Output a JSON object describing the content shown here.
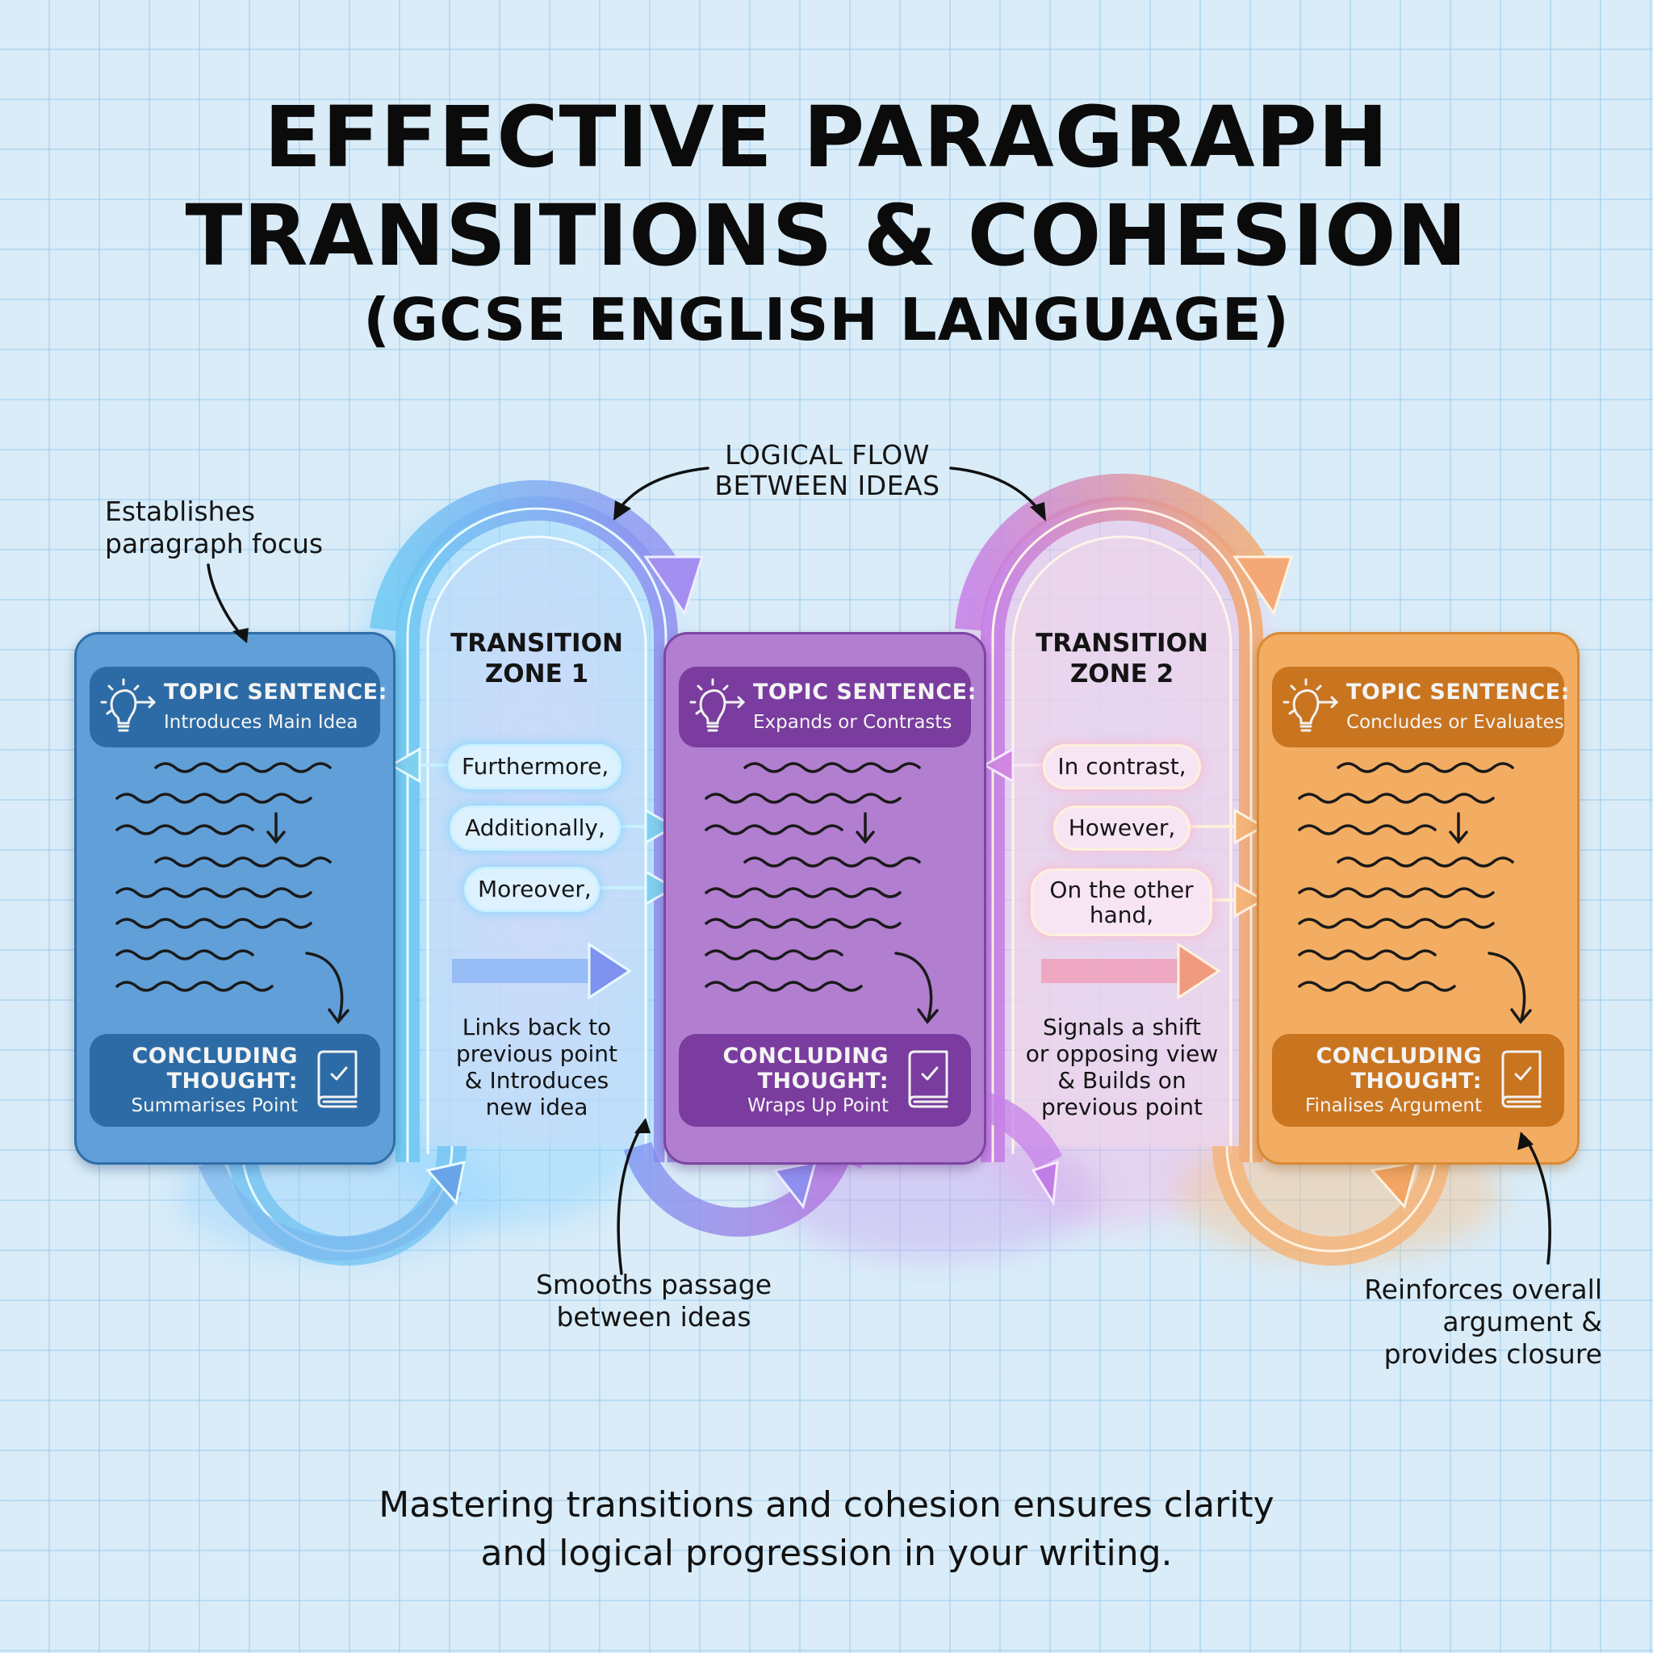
{
  "header": {
    "title_line1": "EFFECTIVE PARAGRAPH",
    "title_line2": "TRANSITIONS & COHESION",
    "subtitle": "(GCSE ENGLISH LANGUAGE)"
  },
  "flow_label": {
    "line1": "LOGICAL FLOW",
    "line2": "BETWEEN IDEAS"
  },
  "paragraphs": [
    {
      "color": "#619fd8",
      "accent": "#2c6ba5",
      "topic_heading": "TOPIC SENTENCE:",
      "topic_sub": "Introduces Main Idea",
      "conclude_line1": "CONCLUDING",
      "conclude_line2": "THOUGHT:",
      "conclude_sub": "Summarises Point",
      "topic_icon": "lightbulb-arrow-icon",
      "conclude_icon": "book-check-icon"
    },
    {
      "color": "#b27ed0",
      "accent": "#7a3c9e",
      "topic_heading": "TOPIC SENTENCE:",
      "topic_sub": "Expands or Contrasts",
      "conclude_line1": "CONCLUDING",
      "conclude_line2": "THOUGHT:",
      "conclude_sub": "Wraps Up Point",
      "topic_icon": "lightbulb-arrow-icon",
      "conclude_icon": "book-check-icon"
    },
    {
      "color": "#f3ad62",
      "accent": "#c9741f",
      "topic_heading": "TOPIC SENTENCE:",
      "topic_sub": "Concludes or Evaluates",
      "conclude_line1": "CONCLUDING",
      "conclude_line2": "THOUGHT:",
      "conclude_sub": "Finalises Argument",
      "topic_icon": "lightbulb-arrow-icon",
      "conclude_icon": "book-check-icon"
    }
  ],
  "zones": [
    {
      "title_line1": "TRANSITION",
      "title_line2": "ZONE 1",
      "phrases": [
        "Furthermore,",
        "Additionally,",
        "Moreover,"
      ],
      "phrase_directions": [
        "left",
        "right",
        "right"
      ],
      "desc_lines": [
        "Links back to",
        "previous point",
        "& Introduces",
        "new idea"
      ]
    },
    {
      "title_line1": "TRANSITION",
      "title_line2": "ZONE 2",
      "phrases": [
        "In contrast,",
        "However,",
        "On the other",
        "hand,"
      ],
      "phrase_directions": [
        "left",
        "right",
        "right"
      ],
      "desc_lines": [
        "Signals a shift",
        "or opposing view",
        "& Builds on",
        "previous point"
      ]
    }
  ],
  "annotations": {
    "establishes_line1": "Establishes",
    "establishes_line2": "paragraph focus",
    "smooths_line1": "Smooths passage",
    "smooths_line2": "between ideas",
    "reinforces_line1": "Reinforces overall",
    "reinforces_line2": "argument &",
    "reinforces_line3": "provides closure"
  },
  "footer": {
    "line1": "Mastering transitions and cohesion ensures clarity",
    "line2": "and logical progression in your writing."
  }
}
